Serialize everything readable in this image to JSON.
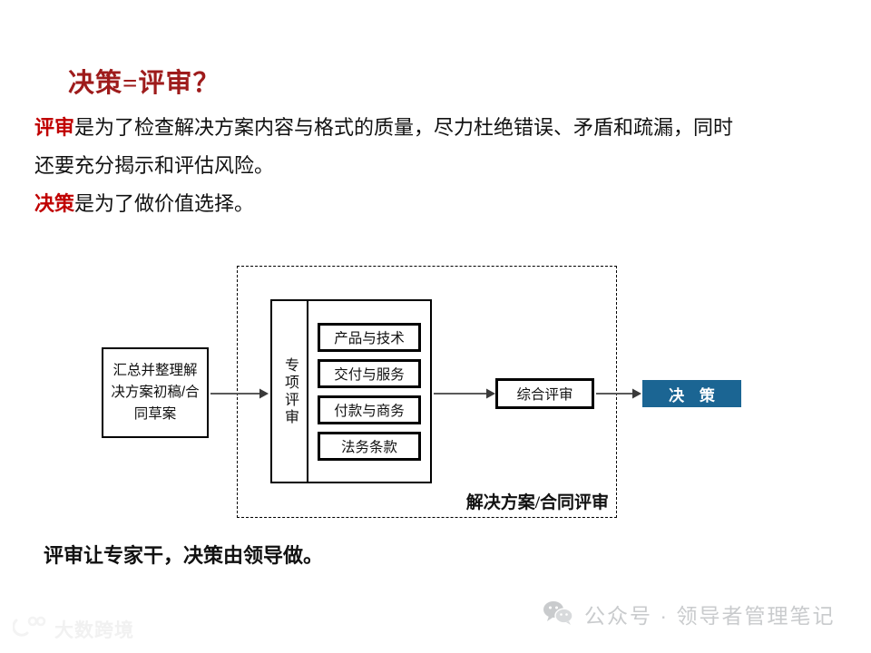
{
  "slide": {
    "title": "决策=评审？",
    "paragraph": {
      "line1_keyword": "评审",
      "line1_rest": "是为了检查解决方案内容与格式的质量，尽力杜绝错误、矛盾和疏漏，同时",
      "line2": "还要充分揭示和评估风险。",
      "line3_keyword": "决策",
      "line3_rest": "是为了做价值选择。"
    },
    "closing": "评审让专家干，决策由领导做。"
  },
  "diagram": {
    "container_label": "解决方案/合同评审",
    "intake_box": "汇总并整理解决方案初稿/合同草案",
    "review_panel": {
      "vertical_label": "专项评审",
      "items": [
        {
          "label": "产品与技术"
        },
        {
          "label": "交付与服务"
        },
        {
          "label": "付款与商务"
        },
        {
          "label": "法务条款"
        }
      ]
    },
    "combined_box": "综合评审",
    "decision_badge": "决 策",
    "arrows": [
      {
        "name": "arrow-intake-to-review"
      },
      {
        "name": "arrow-review-to-combined"
      },
      {
        "name": "arrow-combined-to-decision"
      }
    ],
    "colors": {
      "accent_red": "#c00000",
      "title_red": "#9e1b1b",
      "badge_blue": "#1b6593",
      "line_black": "#000000"
    }
  },
  "footer": {
    "wechat_icon": "wechat-icon",
    "wechat_text": "公众号 · 领导者管理笔记",
    "watermark_icon": "logo-mark-icon",
    "watermark_text": "大数跨境"
  }
}
